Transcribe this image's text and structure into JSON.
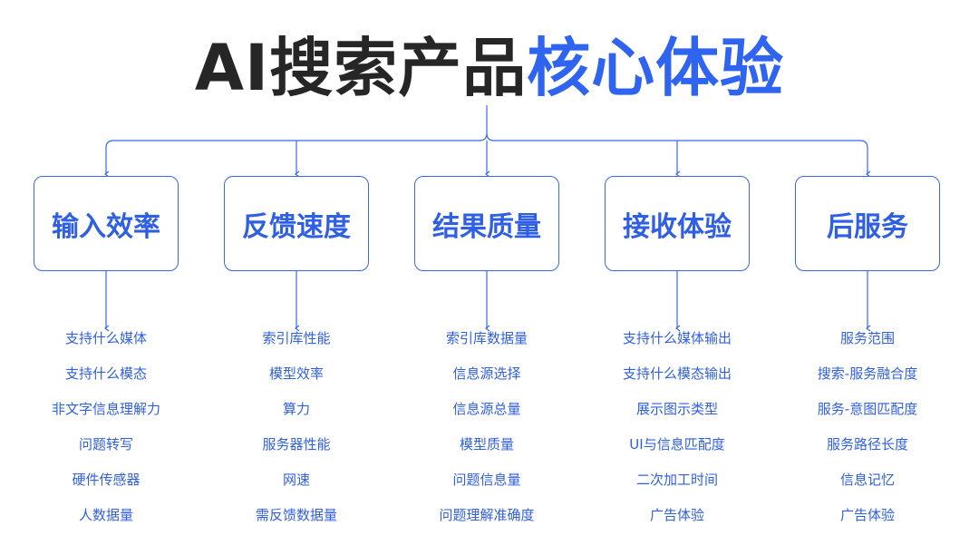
{
  "title": {
    "part_dark": "AI搜索产品",
    "part_accent": "核心体验"
  },
  "colors": {
    "dark_text": "#262626",
    "accent": "#2f64f0",
    "line": "#3a67e8"
  },
  "categories": [
    {
      "label": "输入效率",
      "items": [
        "支持什么媒体",
        "支持什么模态",
        "非文字信息理解力",
        "问题转写",
        "硬件传感器",
        "人数据量"
      ]
    },
    {
      "label": "反馈速度",
      "items": [
        "索引库性能",
        "模型效率",
        "算力",
        "服务器性能",
        "网速",
        "需反馈数据量"
      ]
    },
    {
      "label": "结果质量",
      "items": [
        "索引库数据量",
        "信息源选择",
        "信息源总量",
        "模型质量",
        "问题信息量",
        "问题理解准确度"
      ]
    },
    {
      "label": "接收体验",
      "items": [
        "支持什么媒体输出",
        "支持什么模态输出",
        "展示图示类型",
        "UI与信息匹配度",
        "二次加工时间",
        "广告体验"
      ]
    },
    {
      "label": "后服务",
      "items": [
        "服务范围",
        "搜索-服务融合度",
        "服务-意图匹配度",
        "服务路径长度",
        "信息记忆",
        "广告体验"
      ]
    }
  ]
}
